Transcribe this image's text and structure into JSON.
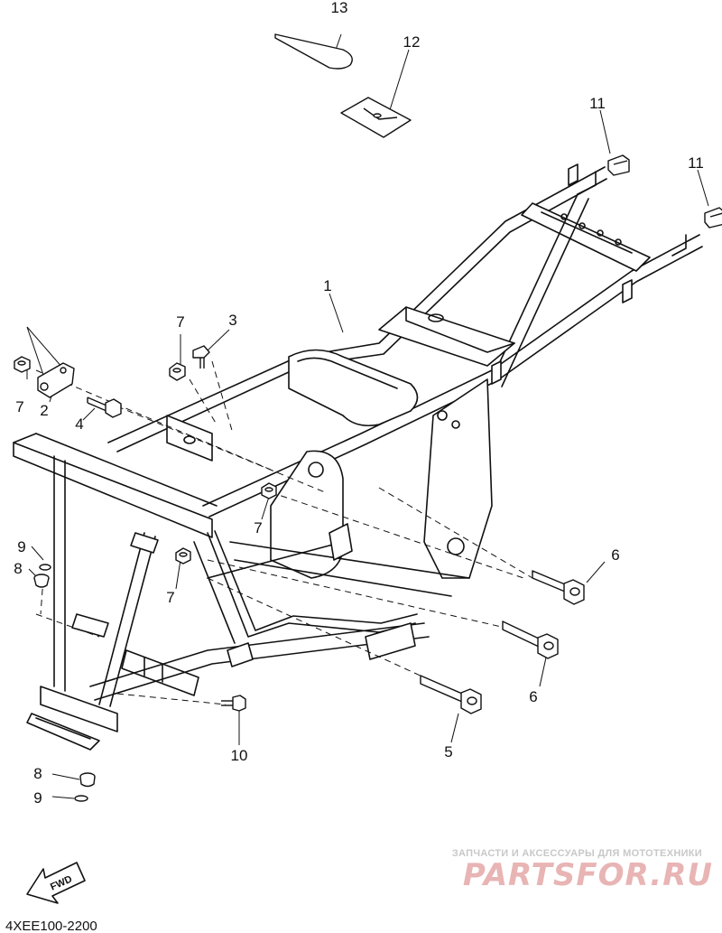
{
  "diagram": {
    "callouts": {
      "c1": "1",
      "c2": "2",
      "c3": "3",
      "c4": "4",
      "c5": "5",
      "c6a": "6",
      "c6b": "6",
      "c7a": "7",
      "c7b": "7",
      "c7c": "7",
      "c7d": "7",
      "c8a": "8",
      "c8b": "8",
      "c9a": "9",
      "c9b": "9",
      "c10": "10",
      "c11a": "11",
      "c11b": "11",
      "c12": "12",
      "c13": "13"
    },
    "fwd_label": "FWD",
    "part_code": "4XEE100-2200"
  },
  "watermark": {
    "tagline": "ЗАПЧАСТИ И АКСЕССУАРЫ ДЛЯ МОТОТЕХНИКИ",
    "brand": "PARTSFOR.RU"
  }
}
